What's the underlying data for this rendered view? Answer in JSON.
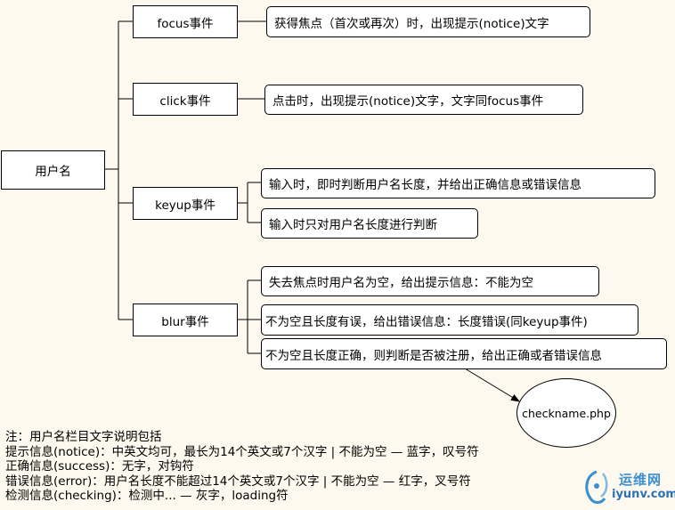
{
  "root": {
    "label": "用户名"
  },
  "branches": [
    {
      "event": "focus事件",
      "children": [
        "获得焦点（首次或再次）时，出现提示(notice)文字"
      ]
    },
    {
      "event": "click事件",
      "children": [
        "点击时，出现提示(notice)文字，文字同focus事件"
      ]
    },
    {
      "event": "keyup事件",
      "children": [
        "输入时，即时判断用户名长度，并给出正确信息或错误信息",
        "输入时只对用户名长度进行判断"
      ]
    },
    {
      "event": "blur事件",
      "children": [
        "失去焦点时用户名为空，给出提示信息：不能为空",
        "不为空且长度有误，给出错误信息：长度错误(同keyup事件)",
        "不为空且长度正确，则判断是否被注册，给出正确或者错误信息"
      ]
    }
  ],
  "endpoint": {
    "label": "checkname.php"
  },
  "notes": [
    "注：用户名栏目文字说明包括",
    "提示信息(notice)：中英文均可，最长为14个英文或7个汉字 | 不能为空 — 蓝字，叹号符",
    "正确信息(success)：无字，对钩符",
    "错误信息(error)：用户名长度不能超过14个英文或7个汉字 | 不能为空 — 红字，叉号符",
    "检测信息(checking)：检测中... — 灰字，loading符"
  ],
  "watermark": {
    "title": "运维网",
    "site": "iyunv.com",
    "logo_icon": "swirl-logo-icon",
    "color": "#3b8fd0"
  }
}
